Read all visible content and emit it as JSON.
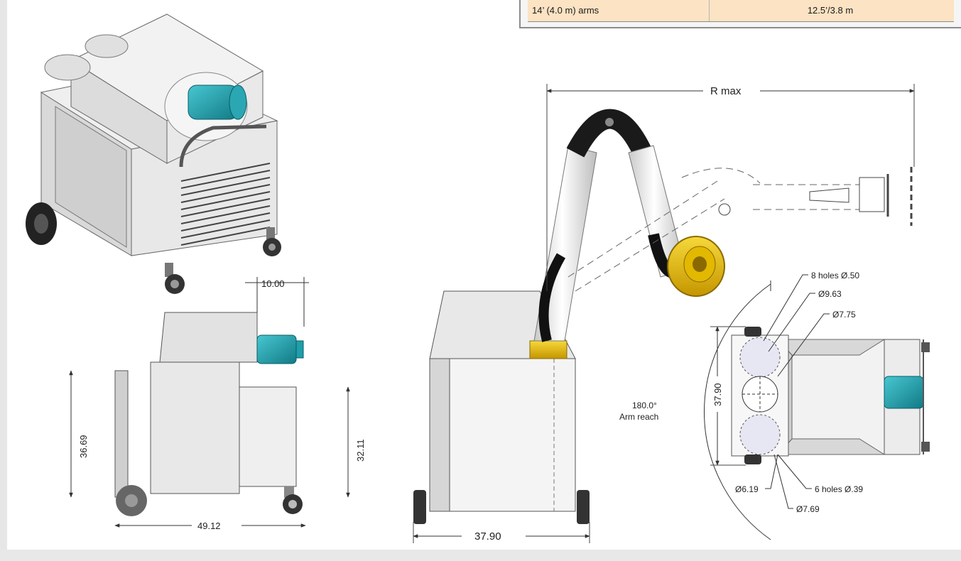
{
  "spec_table": {
    "row_label": "14’ (4.0 m) arms",
    "row_value": "12.5’/3.8 m"
  },
  "side_view": {
    "width_dim": "49.12",
    "height_dim": "36.69",
    "inlet_height_dim": "32.11",
    "motor_offset_dim": "10.00"
  },
  "front_view": {
    "width_dim": "37.90",
    "reach_label": "R max"
  },
  "top_view": {
    "depth_dim": "37.90",
    "arm_reach_angle": "180.0°",
    "arm_reach_label": "Arm reach",
    "callouts": [
      "8 holes Ø.50",
      "Ø9.63",
      "Ø7.75",
      "Ø6.19",
      "6 holes Ø.39",
      "Ø7.69"
    ]
  },
  "colors": {
    "motor": "#1e9fab",
    "hood": "#e0b300",
    "arm_joint": "#1a1a1a",
    "cabinet": "#e4e4e4",
    "table_row": "#fbe3c3"
  }
}
